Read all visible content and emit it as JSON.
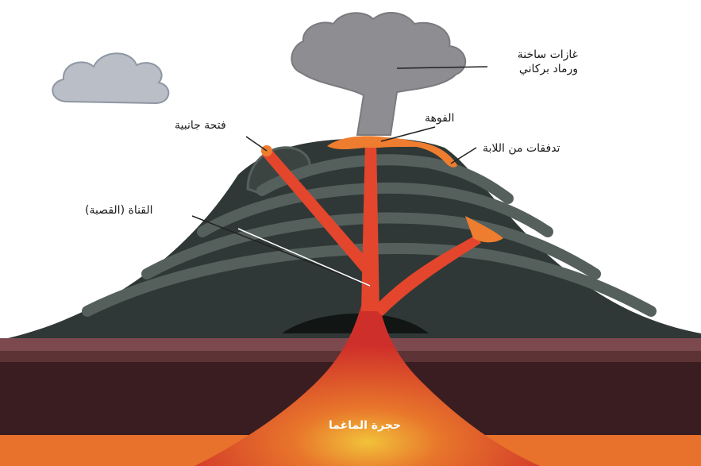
{
  "labels": {
    "gases": {
      "line1": "غازات ساخنة",
      "line2": "ورماد بركاني"
    },
    "crater": "الفوهة",
    "side_vent": "فتحة جانبية",
    "lava_flows": "تدفقات من اللابة",
    "conduit": "القناة (القصبة)",
    "magma_chamber": "حجرة الماغما"
  },
  "colors": {
    "volcano_body": "#2f3836",
    "volcano_layer": "#55605c",
    "lava": "#e3462c",
    "lava_flow": "#ef7d2f",
    "smoke": "#8e8e92",
    "cloud": "#b9bec7",
    "crust_top": "#7c4a4e",
    "crust_mid": "#4c2a2c",
    "crust_deep": "#2f1518",
    "mantle": "#e8722b"
  }
}
